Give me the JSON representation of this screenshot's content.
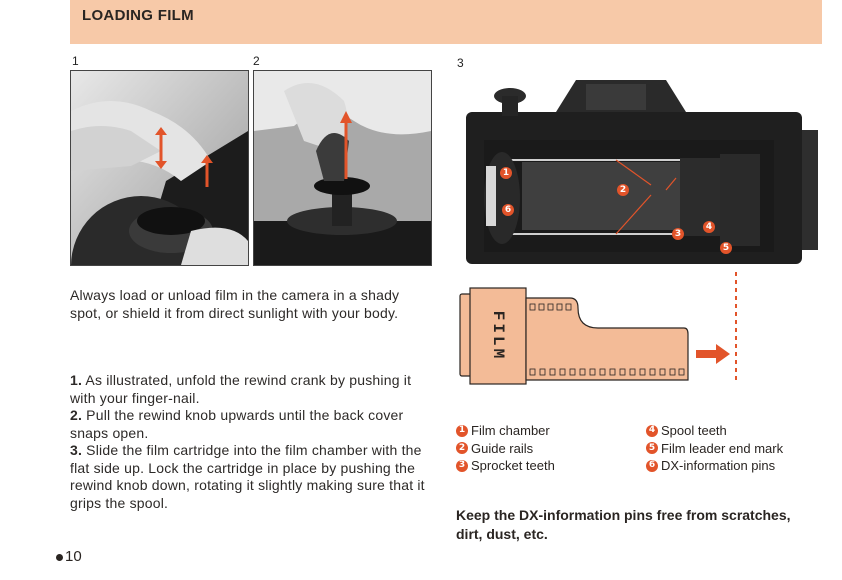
{
  "header": {
    "title": "LOADING FILM"
  },
  "figures": {
    "fig1": "1",
    "fig2": "2",
    "fig3": "3"
  },
  "cartridge_label": "FILM",
  "intro": "Always load or unload film in the camera in a shady spot, or shield it from direct sunlight with your body.",
  "steps": [
    {
      "num": "1.",
      "text": "As illustrated, unfold the rewind crank by pushing it with your finger-nail."
    },
    {
      "num": "2.",
      "text": "Pull the rewind knob upwards until the back cover snaps open."
    },
    {
      "num": "3.",
      "text": "Slide the film cartridge into the film chamber with the flat side up. Lock the cartridge in place by pushing the rewind knob down, rotating it slightly making sure that it grips the spool."
    }
  ],
  "legend": [
    {
      "n": "1",
      "label": "Film chamber"
    },
    {
      "n": "2",
      "label": "Guide rails"
    },
    {
      "n": "3",
      "label": "Sprocket teeth"
    },
    {
      "n": "4",
      "label": "Spool teeth"
    },
    {
      "n": "5",
      "label": "Film leader end mark"
    },
    {
      "n": "6",
      "label": "DX-information pins"
    }
  ],
  "callouts": [
    "1",
    "2",
    "3",
    "4",
    "5",
    "6"
  ],
  "warning": "Keep the DX-information pins free from scratches, dirt, dust, etc.",
  "page_number": "10",
  "colors": {
    "accent": "#e2542a",
    "band": "#f7c9a8",
    "cartridge": "#f3bb97"
  }
}
